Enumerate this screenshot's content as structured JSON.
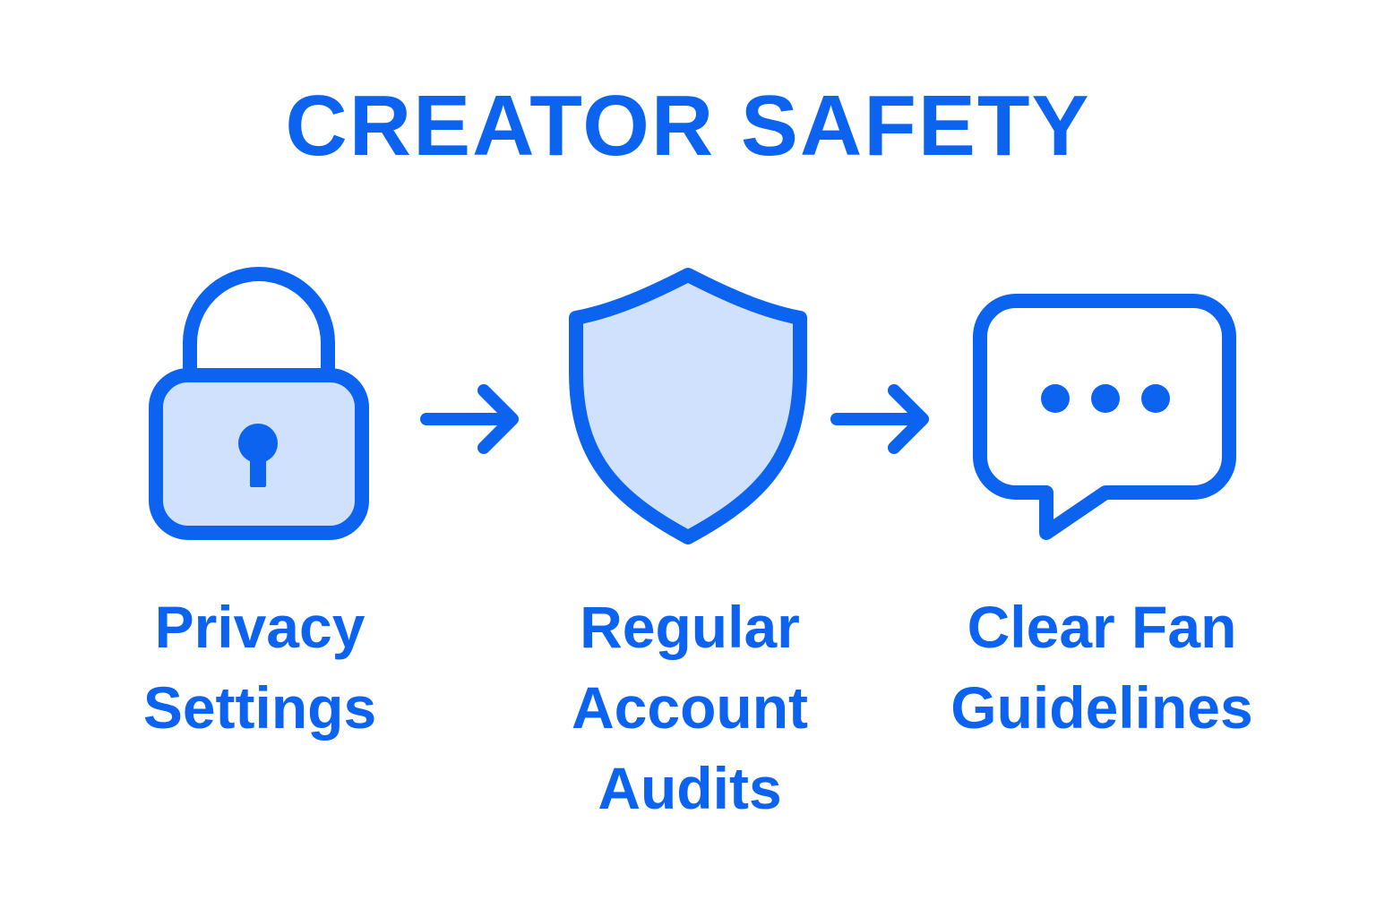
{
  "title": "CREATOR SAFETY",
  "colors": {
    "accent": "#0b63f0",
    "fill": "#cfe1fd",
    "background": "#ffffff"
  },
  "steps": [
    {
      "icon": "lock-icon",
      "label_lines": [
        "Privacy",
        "Settings"
      ]
    },
    {
      "icon": "shield-icon",
      "label_lines": [
        "Regular",
        "Account",
        "Audits"
      ]
    },
    {
      "icon": "chat-bubble-icon",
      "label_lines": [
        "Clear Fan",
        "Guidelines"
      ]
    }
  ],
  "connectors": [
    "arrow-right-icon",
    "arrow-right-icon"
  ]
}
